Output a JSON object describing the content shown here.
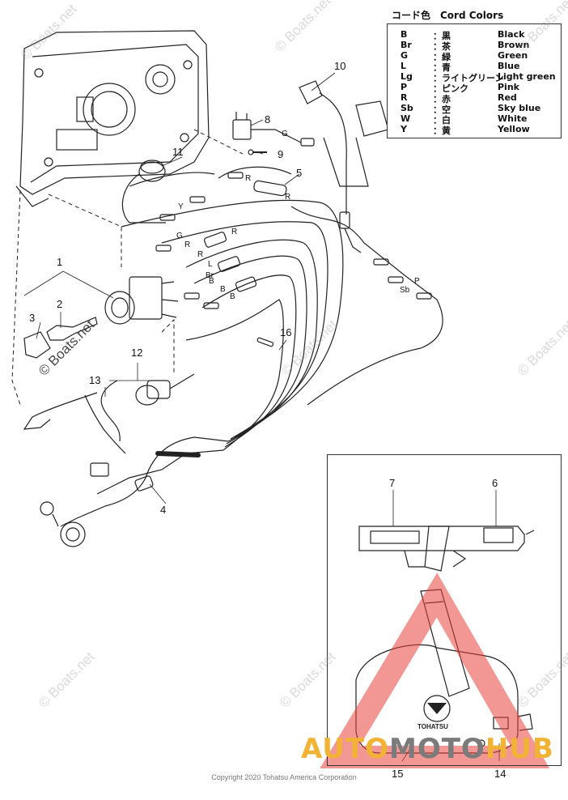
{
  "legend": {
    "title": "コード色　Cord Colors",
    "rows": [
      {
        "code": "B",
        "jp": "：黒",
        "en": "Black"
      },
      {
        "code": "Br",
        "jp": "：茶",
        "en": "Brown"
      },
      {
        "code": "G",
        "jp": "：緑",
        "en": "Green"
      },
      {
        "code": "L",
        "jp": "：青",
        "en": "Blue"
      },
      {
        "code": "Lg",
        "jp": "：ライトグリーン",
        "en": "Light green"
      },
      {
        "code": "P",
        "jp": "：ピンク",
        "en": "Pink"
      },
      {
        "code": "R",
        "jp": "：赤",
        "en": "Red"
      },
      {
        "code": "Sb",
        "jp": "：空",
        "en": "Sky blue"
      },
      {
        "code": "W",
        "jp": "：白",
        "en": "White"
      },
      {
        "code": "Y",
        "jp": "：黄",
        "en": "Yellow"
      }
    ]
  },
  "callouts": {
    "c1": "1",
    "c2": "2",
    "c3": "3",
    "c4": "4",
    "c5": "5",
    "c6": "6",
    "c7": "7",
    "c8": "8",
    "c9": "9",
    "c10": "10",
    "c11": "11",
    "c12": "12",
    "c13": "13",
    "c14": "14",
    "c15": "15",
    "c16": "16"
  },
  "wire_labels": {
    "g1": "G",
    "g2": "G",
    "r1": "R",
    "r2": "R",
    "r3": "R",
    "r4": "R",
    "r5": "R",
    "y1": "Y",
    "l1": "L",
    "b1": "B",
    "b2": "B",
    "b3": "B",
    "br1": "Br",
    "p1": "P",
    "sb1": "Sb"
  },
  "watermark": "© Boats.net",
  "brand": {
    "part1": "AUTO",
    "part2": "MOTO",
    "part3": "HUB"
  },
  "product_logo": "TOHATSU",
  "copyright": "Copyright 2020 Tohatsu America Corporation",
  "colors": {
    "brand_orange": "#f2b233",
    "brand_gray": "#7b7b7b",
    "triangle_red": "#e8413a"
  }
}
